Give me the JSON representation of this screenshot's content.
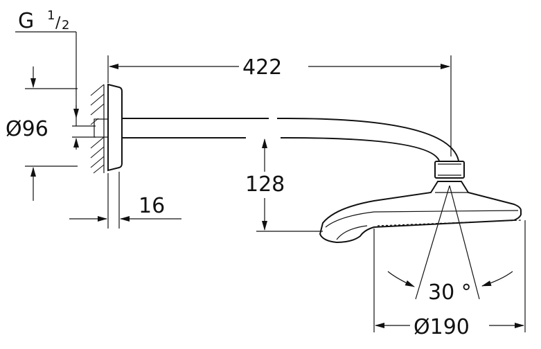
{
  "dimensions": {
    "thread": "G",
    "thread_fraction_num": "1",
    "thread_fraction_den": "2",
    "arm_length": "422",
    "flange_diameter": "Ø96",
    "drop_height": "128",
    "flange_depth": "16",
    "spray_angle": "30 °",
    "head_diameter": "Ø190"
  }
}
